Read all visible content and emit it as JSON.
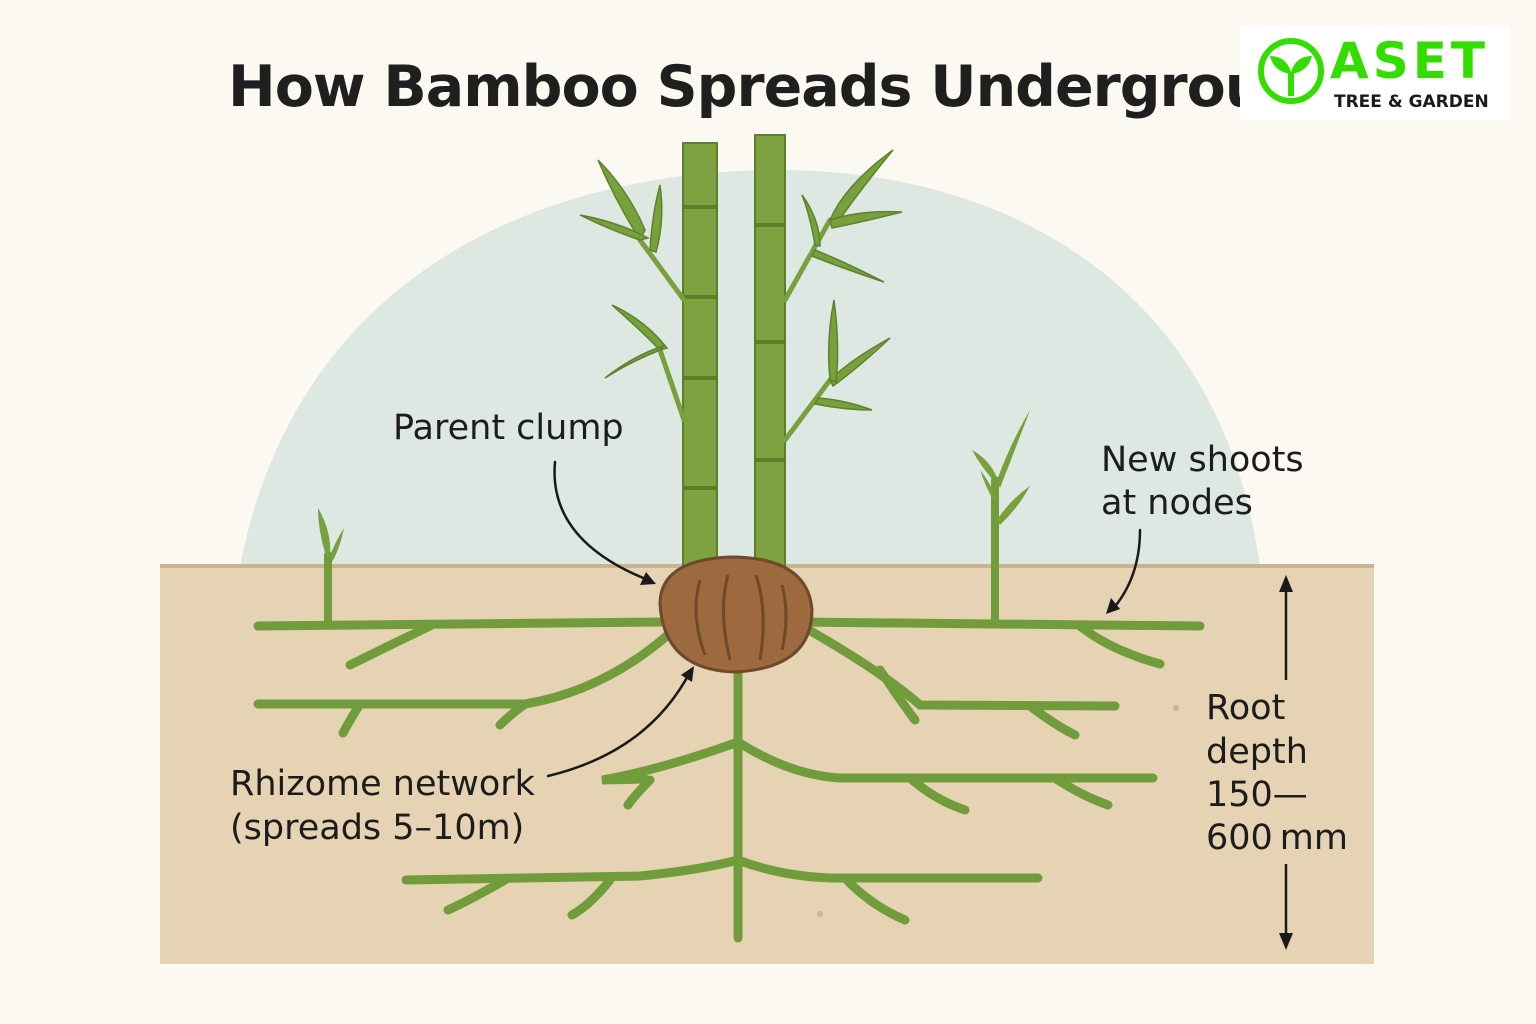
{
  "title": "How Bamboo Spreads Underground",
  "logo": {
    "brand": "ASET",
    "subtitle": "TREE & GARDEN",
    "icon": "sprout-circle-icon",
    "brand_color": "#33dd00"
  },
  "labels": {
    "parent_clump": "Parent clump",
    "new_shoots_line1": "New shoots",
    "new_shoots_line2": "at nodes",
    "rhizome_line1": "Rhizome network",
    "rhizome_line2": "(spreads 5–10m)",
    "root_line1": "Root",
    "root_line2": "depth",
    "root_line3": "150—",
    "root_line4": "600 mm"
  },
  "colors": {
    "soil": "#e6d3b3",
    "rhizome": "#6f9b3d",
    "bamboo": "#7ea23f",
    "leaf": "#789c3e",
    "clump": "#9c6a3e",
    "sky": "#dce8e2"
  }
}
